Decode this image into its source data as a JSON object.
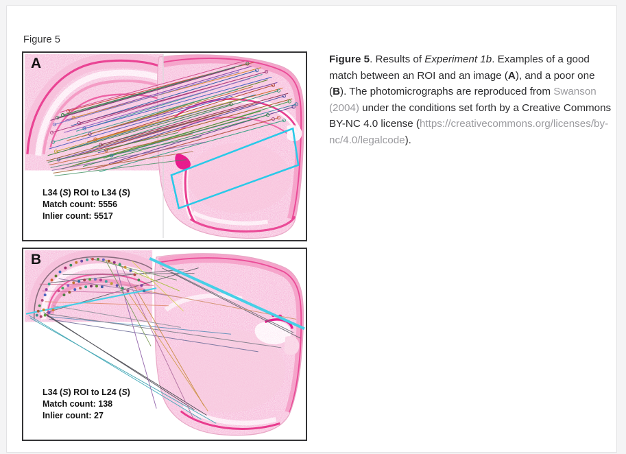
{
  "page": {
    "figure_label": "Figure 5",
    "background": "#f4f4f5",
    "card_background": "#ffffff"
  },
  "caption": {
    "prefix_bold": "Figure 5",
    "s1": ". Results of ",
    "experiment_italic": "Experiment 1b",
    "s2": ". Examples of a good match between an ROI and an image (",
    "bold_a": "A",
    "s3": "), and a poor one (",
    "bold_b": "B",
    "s4": "). The photomicrographs are reproduced from ",
    "citation_link": "Swanson (2004)",
    "s5": " under the conditions set forth by a Creative Commons BY-NC 4.0 license (",
    "url_link": "https://creativecommons.org/licenses/by-nc/4.0/legalcode",
    "s6": ").",
    "link_color": "#9a9a9e",
    "text_color": "#2b2b2d"
  },
  "panels": [
    {
      "id": "A",
      "letter": "A",
      "description": "good match between an ROI and an image",
      "roi_label": "L34 (S) ROI to L34 (S)",
      "roi_label_parts": {
        "pre": "L34 (",
        "italic1": "S",
        "mid": ") ROI to L34 (",
        "italic2": "S",
        "post": ")"
      },
      "match_count_label": "Match count: 5556",
      "inlier_count_label": "Inlier count: 5517",
      "match_count": 5556,
      "inlier_count": 5517,
      "roi_rect_color": "#29c9e8",
      "border_color": "#333335",
      "stain_color": "#e8398c"
    },
    {
      "id": "B",
      "letter": "B",
      "description": "poor match between an ROI and an image",
      "roi_label": "L34 (S) ROI to L24 (S)",
      "roi_label_parts": {
        "pre": "L34 (",
        "italic1": "S",
        "mid": ") ROI to L24 (",
        "italic2": "S",
        "post": ")"
      },
      "match_count_label": "Match count: 138",
      "inlier_count_label": "Inlier count: 27",
      "match_count": 138,
      "inlier_count": 27,
      "roi_rect_color": "#29c9e8",
      "border_color": "#333335",
      "stain_color": "#e8398c"
    }
  ]
}
